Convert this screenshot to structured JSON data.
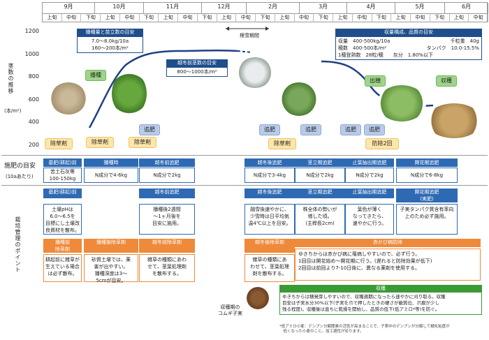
{
  "header": {
    "months": [
      "9月",
      "10月",
      "11月",
      "12月",
      "2月",
      "3月",
      "4月",
      "5月",
      "6月"
    ],
    "subs": [
      "上旬",
      "中旬",
      "下旬",
      "上旬",
      "中旬",
      "下旬",
      "上旬",
      "中旬",
      "下旬",
      "上旬",
      "中旬",
      "下旬",
      "上旬",
      "中旬",
      "下旬",
      "上旬",
      "中旬",
      "下旬",
      "上旬",
      "中旬",
      "下旬",
      "上旬",
      "中旬"
    ]
  },
  "side": {
    "ylabel": "茎数の推移",
    "unit": "(本/m²)",
    "ticks": [
      "1200",
      "1000",
      "800",
      "600",
      "400",
      "200"
    ],
    "fert_title": "施肥の目安",
    "fert_sub": "(10aあたり)",
    "mgmt_title": "栽培管理のポイント"
  },
  "chart": {
    "snow": "根雪期間",
    "sowing_box_title": "播種量と苗立数の目安",
    "sowing_box_l1": "7.0～8.0kg/10a",
    "sowing_box_l2": "160～200本/m²",
    "winter_box_title": "越冬前茎数の目安",
    "winter_box_l1": "800～1000本/m²",
    "yield_box_title": "収量構成、品質の目安",
    "yield_l1a": "収量　400-500kg/10a",
    "yield_l1b": "千粒重　40g",
    "yield_l2a": "穂数　400-500本/m²",
    "yield_l2b": "タンパク　10.0-15.5%",
    "yield_l3": "1穂登熟数　28粒/穂　　灰分　1.80%以下",
    "stage_sow": "播種",
    "stage_head": "出穂",
    "stage_harvest": "収穫",
    "tag_weed1": "除草剤",
    "tag_weed2": "除草剤",
    "tag_weed3": "除草剤",
    "tag_top1": "追肥",
    "tag_top2": "追肥",
    "tag_top3": "追肥",
    "tag_top4": "追肥",
    "tag_top5": "追肥",
    "tag_weed4": "除草剤",
    "tag_blight": "防除2回"
  },
  "fert": {
    "h1": "基肥(耕起)前",
    "b1": "苦土石灰等\n100-150kg",
    "h2": "播種時",
    "b2": "N成分で4-6kg",
    "h3": "越冬前追肥",
    "b3": "N成分で2kg",
    "h4": "越冬後追肥",
    "b4": "N成分で3-4kg",
    "h5": "茎立期追肥",
    "b5": "N成分で2kg",
    "h6": "止葉抽出期追肥",
    "b6": "N成分で2kg",
    "h7": "開花期追肥",
    "b7": "N成分で6-8kg"
  },
  "mgmt": {
    "a_h": "基肥(耕起)前",
    "a_b": "土壌pHは\n6.0～6.5を\n目標にし土壌改\n良資材を散布。",
    "b_h": "越冬前追肥",
    "b_b": "播種後2週間\n～1ヶ月後を\n目安に施用。",
    "c_h": "越冬後追肥",
    "c_b": "融雪後速やかに、\n少雪時は日平均気\n温4℃以上を目安。",
    "d_h": "茎立期追肥",
    "d_b": "株全体の勢いが\n増した頃。\n(主稈長2cm)",
    "e_h": "止葉抽出期追肥",
    "e_b": "葉色が薄く\nなってきたら、\n速やかに行う。",
    "f_h": "開花期追肥\n(実肥)",
    "f_b": "子実タンパク質含有率向\n上のため必ず施用。",
    "g_h": "播種前\n除草剤",
    "g_b": "耕起前に雑草が\n生えている場合\nは必ず散布。",
    "h_h": "播種後除草剤",
    "h_b": "砂質土壌では、薬\n害が出やすい。\n播種深度は3～\n5cmが目安。",
    "i_h": "越冬前除草剤",
    "i_b": "雑草の種類にあわ\nせて、茎葉処理剤\nを散布する。",
    "j_h": "越冬後除草剤",
    "j_b": "雑草の種類にあ\nわせて、茎葉処理\n剤を散布する。",
    "k_h": "赤かび病防除",
    "k_b": "ゆきちからは赤かび病に罹病しやすいので、必ず行う。\n1回目は開花始め～開花期に行う。(遅れると防除効果が低下)\n2回目は前回より7-10日後に、異なる薬剤を使用する。",
    "harv_h": "収穫",
    "harv_b": "ゆきちからは穂発芽しやすいので、収穫適期になったら速やかに刈り取る。収穫\n目安は子実水分30%以下(子実を爪で押したときの硬さが蝋質位、爪痕が少し\n残る程度)。収穫後は直ちに乾燥を開始し、品質の低下(低アミロ*等)を防ぐ。",
    "photo_caption": "収穫期の\nコムギ子実",
    "footnote": "*低アミロ小麦：デンプン分解酵素の活性が高まることで、子実中のデンプンが分解して糊化粘度が\n　低くなった小麦のこと。加工適性が劣ります。"
  },
  "colors": {
    "blue": "#2e6ab3",
    "orange": "#ee8a3a",
    "green_box": "#3a9a36"
  }
}
